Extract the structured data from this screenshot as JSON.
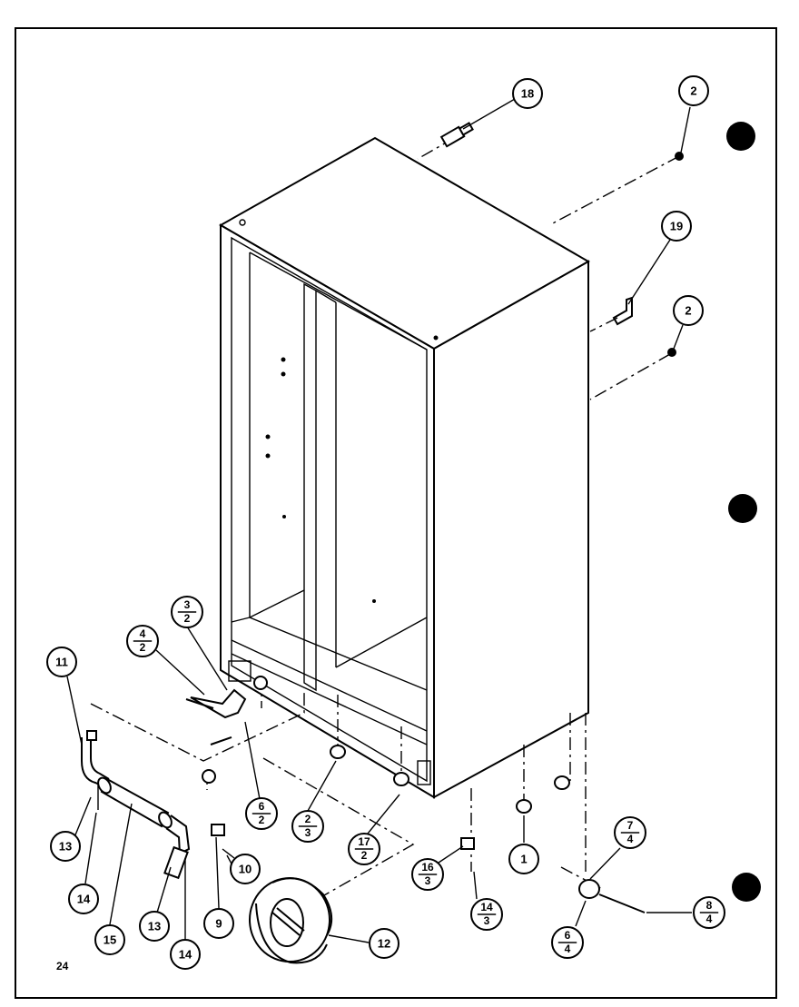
{
  "page_number": "24",
  "callouts": [
    {
      "id": "c18",
      "label": "18"
    },
    {
      "id": "c2a",
      "label": "2"
    },
    {
      "id": "c19",
      "label": "19"
    },
    {
      "id": "c2b",
      "label": "2"
    },
    {
      "id": "c3-2",
      "top": "3",
      "bottom": "2"
    },
    {
      "id": "c4-2",
      "top": "4",
      "bottom": "2"
    },
    {
      "id": "c11",
      "label": "11"
    },
    {
      "id": "c6-2",
      "top": "6",
      "bottom": "2"
    },
    {
      "id": "c2-3",
      "top": "2",
      "bottom": "3"
    },
    {
      "id": "c17-2",
      "top": "17",
      "bottom": "2"
    },
    {
      "id": "c1",
      "label": "1"
    },
    {
      "id": "c7-4",
      "top": "7",
      "bottom": "4"
    },
    {
      "id": "c16-3",
      "top": "16",
      "bottom": "3"
    },
    {
      "id": "c14-3",
      "top": "14",
      "bottom": "3"
    },
    {
      "id": "c6-4",
      "top": "6",
      "bottom": "4"
    },
    {
      "id": "c8-4",
      "top": "8",
      "bottom": "4"
    },
    {
      "id": "c13a",
      "label": "13"
    },
    {
      "id": "c14a",
      "label": "14"
    },
    {
      "id": "c15",
      "label": "15"
    },
    {
      "id": "c13b",
      "label": "13"
    },
    {
      "id": "c14b",
      "label": "14"
    },
    {
      "id": "c9",
      "label": "9"
    },
    {
      "id": "c10",
      "label": "10"
    },
    {
      "id": "c12",
      "label": "12"
    }
  ]
}
